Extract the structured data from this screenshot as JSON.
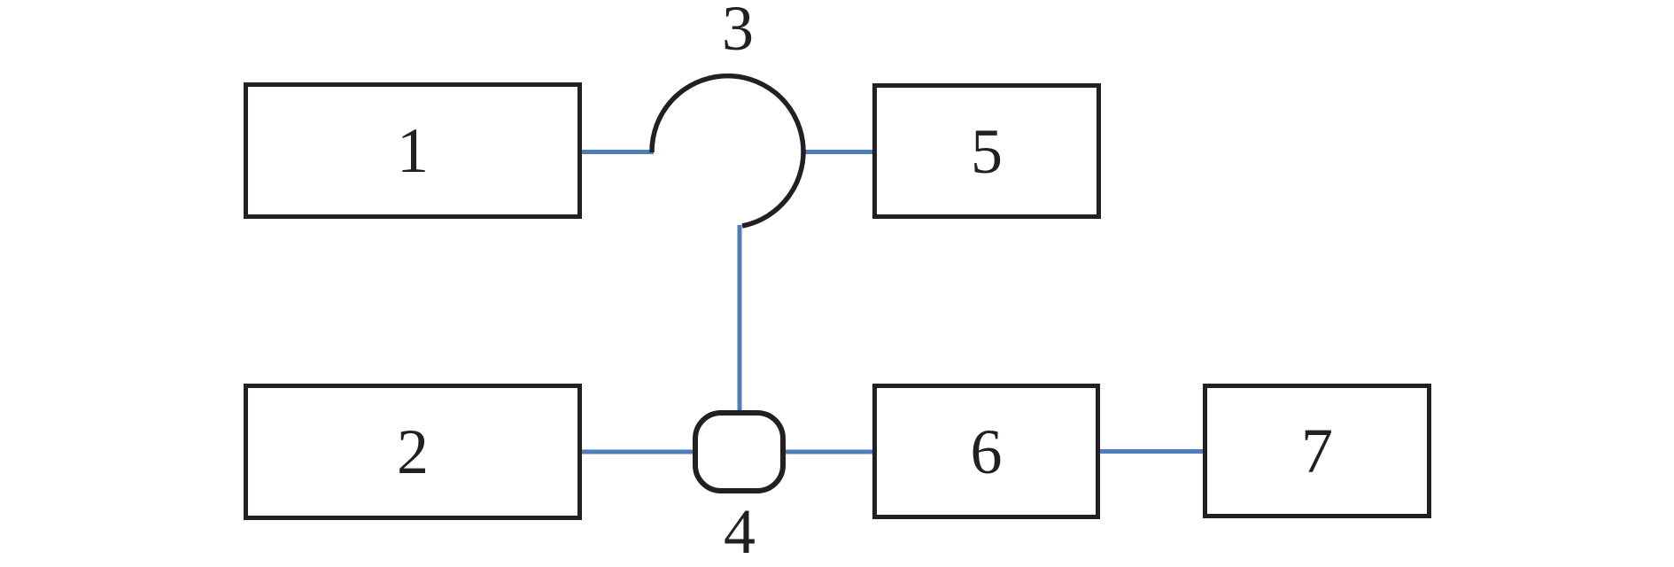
{
  "diagram": {
    "type": "block-diagram",
    "background_color": "#ffffff",
    "shape_stroke_color": "#241f20",
    "connector_color": "#4d7dba",
    "nodes": [
      {
        "id": "1",
        "label": "1",
        "shape": "rectangle",
        "label_placement": "inside"
      },
      {
        "id": "2",
        "label": "2",
        "shape": "rectangle",
        "label_placement": "inside"
      },
      {
        "id": "3",
        "label": "3",
        "shape": "open-circle",
        "label_placement": "above"
      },
      {
        "id": "4",
        "label": "4",
        "shape": "rounded-square",
        "label_placement": "below"
      },
      {
        "id": "5",
        "label": "5",
        "shape": "rectangle",
        "label_placement": "inside"
      },
      {
        "id": "6",
        "label": "6",
        "shape": "rectangle",
        "label_placement": "inside"
      },
      {
        "id": "7",
        "label": "7",
        "shape": "rectangle",
        "label_placement": "inside"
      }
    ],
    "edges": [
      {
        "from": "1",
        "to": "3",
        "orientation": "horizontal"
      },
      {
        "from": "3",
        "to": "5",
        "orientation": "horizontal"
      },
      {
        "from": "3",
        "to": "4",
        "orientation": "vertical"
      },
      {
        "from": "2",
        "to": "4",
        "orientation": "horizontal"
      },
      {
        "from": "4",
        "to": "6",
        "orientation": "horizontal"
      },
      {
        "from": "6",
        "to": "7",
        "orientation": "horizontal"
      }
    ]
  }
}
